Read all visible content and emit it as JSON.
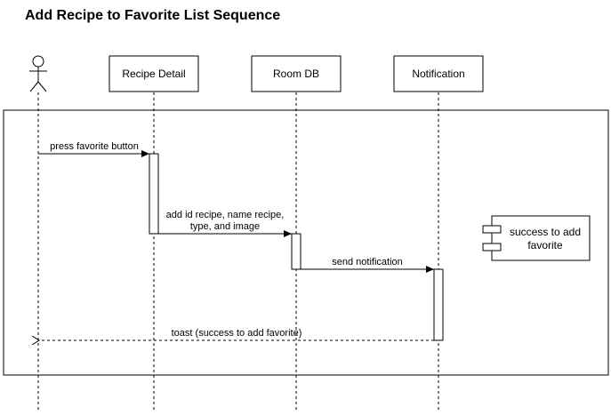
{
  "title": "Add Recipe to Favorite List Sequence",
  "participants": {
    "actor": "",
    "recipe_detail": "Recipe Detail",
    "room_db": "Room DB",
    "notification": "Notification"
  },
  "messages": {
    "m1": "press favorite button",
    "m2_line1": "add id recipe, name recipe,",
    "m2_line2": "type, and image",
    "m3": "send notification",
    "m4": "toast (success to add favorite)"
  },
  "component": {
    "line1": "success to add",
    "line2": "favorite"
  }
}
